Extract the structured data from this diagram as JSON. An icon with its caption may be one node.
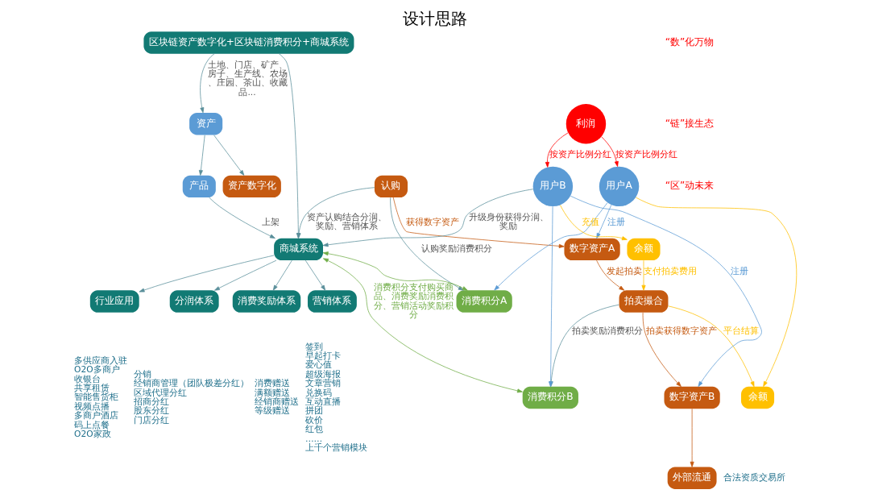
{
  "diagram": {
    "title": "设计思路",
    "nodes": [
      {
        "text": [
          "区块链资产数字化+区块链消费积分+商城系统"
        ]
      },
      {
        "text": [
          "资产"
        ]
      },
      {
        "text": [
          "资产数字化"
        ]
      },
      {
        "text": [
          "产品"
        ]
      },
      {
        "text": [
          "外部流通"
        ],
        "beside": [
          "合法资质交易所"
        ]
      },
      {
        "text": [
          "认购"
        ]
      },
      {
        "text": [
          "拍卖撮合"
        ]
      },
      {
        "text": [
          "数字资产A"
        ]
      },
      {
        "text": [
          "用户A"
        ]
      },
      {
        "text": [
          "余额"
        ]
      },
      {
        "text": [
          "消费积分A"
        ]
      },
      {
        "text": [
          "用户B"
        ]
      },
      {
        "text": [
          "余额"
        ]
      },
      {
        "text": [
          "数字资产B"
        ]
      },
      {
        "text": [
          "消费积分B"
        ]
      },
      {
        "text": [
          "商城系统"
        ]
      },
      {
        "text": [
          "分润体系"
        ],
        "beside": [
          "分销",
          "经销商管理（团队极差分红）",
          "区域代理分红",
          "招商分红",
          "股东分红",
          "门店分红"
        ]
      },
      {
        "text": [
          "消费奖励体系"
        ],
        "beside": [
          "消费赠送",
          "满额赠送",
          "经销商赠送",
          "等级赠送"
        ]
      },
      {
        "text": [
          "营销体系"
        ],
        "beside": [
          "签到",
          "早起打卡",
          "爱心值",
          "超级海报",
          "文章营销",
          "兑换码",
          "互动直播",
          "拼团",
          "砍价",
          "红包",
          "……",
          "上千个营销模块"
        ]
      },
      {
        "text": [
          "行业应用"
        ],
        "beside": [
          "多供应商入驻",
          "O2O多商户",
          "收银台",
          "共享租赁",
          "智能售货柜",
          "视频点播",
          "多商户酒店",
          "码上点餐",
          "O2O家政"
        ]
      },
      {
        "text": [
          "利润"
        ]
      }
    ],
    "edges": [
      {
        "from": 0,
        "to": 1,
        "arrow": "to",
        "label": "土地、门店、矿产、房子、生产线、农场、庄园、茶山、收藏品..."
      },
      {
        "from": 1,
        "to": 2,
        "arrow": "to"
      },
      {
        "from": 1,
        "to": 3,
        "arrow": "to"
      },
      {
        "from": 0,
        "to": 15,
        "arrow": "to"
      },
      {
        "from": 3,
        "to": 15,
        "arrow": "to",
        "label": "上架"
      },
      {
        "from": 5,
        "to": 15,
        "arrow": "to",
        "label": "资产认购结合分润、奖励、营销体系"
      },
      {
        "from": 11,
        "to": 15,
        "arrow": "to",
        "label": "升级身份获得分润、奖励"
      },
      {
        "from": 5,
        "to": 7,
        "arrow": "to",
        "label": "获得数字资产",
        "color": "#c55a11"
      },
      {
        "from": 7,
        "to": 6,
        "arrow": "to",
        "label": "发起拍卖",
        "color": "#c55a11"
      },
      {
        "from": 6,
        "to": 9,
        "arrow": "to",
        "label": "平台结算",
        "color": "#ffc000"
      },
      {
        "from": 5,
        "to": 10,
        "arrow": "to",
        "label": "认购奖励消费积分"
      },
      {
        "from": 12,
        "to": 6,
        "arrow": "to",
        "label": "支付拍卖费用",
        "color": "#ffc000"
      },
      {
        "from": 8,
        "to": 9,
        "arrow": "to",
        "color": "#ffc000"
      },
      {
        "from": 8,
        "to": 7,
        "arrow": "to",
        "label": "注册",
        "color": "#5b9bd5"
      },
      {
        "from": 8,
        "to": 10,
        "arrow": "to",
        "color": "#5b9bd5"
      },
      {
        "from": 11,
        "to": 12,
        "arrow": "to",
        "label": "充值",
        "color": "#ffc000"
      },
      {
        "from": 6,
        "to": 13,
        "arrow": "to",
        "label": "拍卖获得数字资产",
        "color": "#c55a11"
      },
      {
        "from": 13,
        "to": 4,
        "arrow": "to",
        "color": "#c55a11"
      },
      {
        "from": 6,
        "to": 14,
        "arrow": "to",
        "label": "拍卖奖励消费积分"
      },
      {
        "from": 11,
        "to": 13,
        "arrow": "to",
        "label": "注册",
        "color": "#5b9bd5"
      },
      {
        "from": 11,
        "to": 14,
        "arrow": "to",
        "color": "#5b9bd5"
      },
      {
        "from": 15,
        "to": 14,
        "arrow": "both",
        "label": "消费积分支付购买商品、消费奖励消费积分、营销活动奖励积分",
        "color": "#70ad47"
      },
      {
        "from": 15,
        "to": 10,
        "arrow": "both",
        "color": "#70ad47"
      },
      {
        "from": 20,
        "to": 8,
        "arrow": "to",
        "label": "按资产比例分红",
        "color": "#ff0000"
      },
      {
        "from": 20,
        "to": 11,
        "arrow": "to",
        "label": "按资产比例分红",
        "color": "#ff0000"
      },
      {
        "from": 15,
        "to": 16,
        "arrow": "to"
      },
      {
        "from": 15,
        "to": 17,
        "arrow": "to"
      },
      {
        "from": 15,
        "to": 18,
        "arrow": "to"
      },
      {
        "from": 15,
        "to": 19,
        "arrow": "to"
      }
    ],
    "labels": [
      "“数”化万物",
      "“链”接生态",
      "“区”动未来"
    ]
  }
}
